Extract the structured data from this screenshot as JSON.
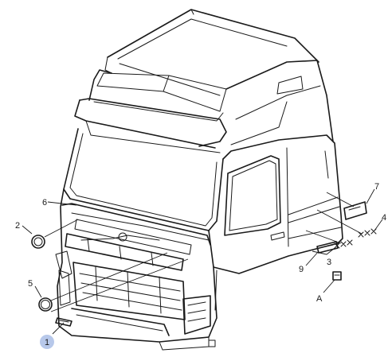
{
  "callouts": {
    "c1": "1",
    "c2": "2",
    "c3": "3",
    "c4": "4",
    "c5": "5",
    "c6": "6",
    "c7": "7",
    "c9": "9",
    "cA": "A"
  },
  "colors": {
    "line": "#1a1a1a",
    "highlight": "#b7c8ea"
  }
}
